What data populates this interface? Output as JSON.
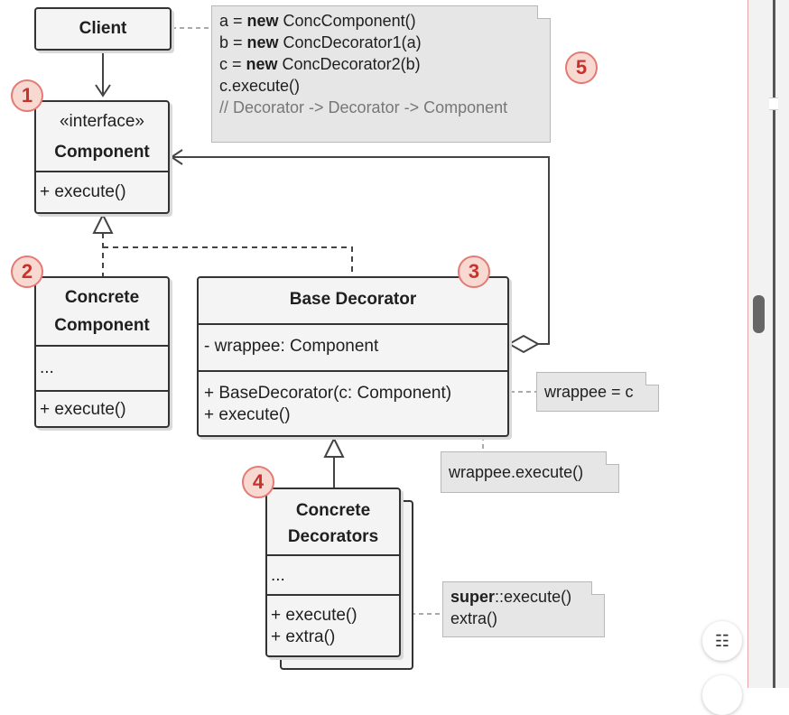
{
  "client": {
    "label": "Client"
  },
  "component": {
    "stereotype": "«interface»",
    "name": "Component",
    "method": "+ execute()"
  },
  "concrete_component": {
    "name_line1": "Concrete",
    "name_line2": "Component",
    "fields": "...",
    "method": "+ execute()"
  },
  "base_decorator": {
    "name": "Base Decorator",
    "field": "- wrappee: Component",
    "method1": "+ BaseDecorator(c: Component)",
    "method2": "+ execute()"
  },
  "concrete_decorators": {
    "name_line1": "Concrete",
    "name_line2": "Decorators",
    "fields": "...",
    "method1": "+ execute()",
    "method2": "+ extra()"
  },
  "client_note": {
    "line1_pre": "a = ",
    "line1_kw": "new",
    "line1_post": " ConcComponent()",
    "line2_pre": "b = ",
    "line2_kw": "new",
    "line2_post": " ConcDecorator1(a)",
    "line3_pre": "c = ",
    "line3_kw": "new",
    "line3_post": " ConcDecorator2(b)",
    "line4": "c.execute()",
    "line5": "// Decorator -> Decorator -> Component"
  },
  "notes": {
    "wrappee_assign": "wrappee = c",
    "wrappee_execute": "wrappee.execute()",
    "super_kw": "super",
    "super_rest": "::execute()",
    "extra": "extra()"
  },
  "badges": {
    "b1": "1",
    "b2": "2",
    "b3": "3",
    "b4": "4",
    "b5": "5"
  },
  "colors": {
    "box_fill": "#f4f4f4",
    "box_border": "#333333",
    "note_fill": "#e6e6e6",
    "badge_fill": "#f8d9d2",
    "badge_text": "#c8322d"
  },
  "icons": {
    "floating_button": "translate-icon"
  }
}
